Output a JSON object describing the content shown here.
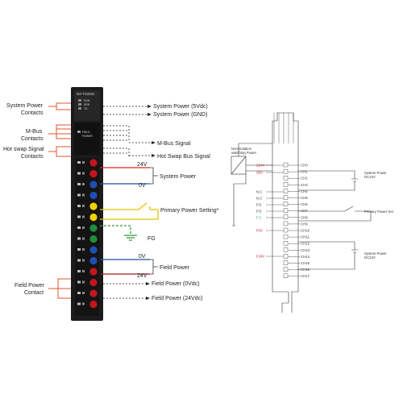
{
  "module": {
    "model": "NX-TS3101",
    "leds": [
      "RUN",
      "ERR",
      "TS"
    ],
    "rear_leds": [
      "FIELD",
      "POWER"
    ]
  },
  "left_labels": {
    "system_power_contacts": [
      "System Power",
      "Contacts"
    ],
    "mbus_contacts": [
      "M-Bus",
      "Contacts"
    ],
    "hot_swap_contacts": [
      "Hot swap Signal",
      "Contacts"
    ],
    "field_power_contact": [
      "Field Power",
      "Contact"
    ]
  },
  "right_labels": {
    "sys_5v": "System Power (5Vdc)",
    "sys_gnd": "System Power (GND)",
    "mbus_signal": "M-Bus Signal",
    "hot_swap_bus": "Hot Swap Bus Signal",
    "v24_top": "24V",
    "v0_top": "0V",
    "system_power": "System Power",
    "primary_power_setting": "Primary Power Setting*",
    "fg": "FG",
    "v0_bottom": "0V",
    "v24_bottom": "24V",
    "field_power": "Field Power",
    "field_0v": "Field Power (0Vdc)",
    "field_24v": "Field Power (24Vdc)"
  },
  "schematic": {
    "isolation_label": [
      "Non-isolation",
      "switching Power"
    ],
    "rails": [
      "S24V",
      "S0V",
      "N.C",
      "N.C",
      "P.S",
      "P.S",
      "F.G",
      "F0V",
      "F24V"
    ],
    "channels": [
      "CH0",
      "CH1",
      "CH2",
      "CH3",
      "CH4",
      "CH5",
      "CH6",
      "CH7",
      "CH8",
      "CH9",
      "CH10",
      "CH11",
      "CH12",
      "CH13",
      "CH14",
      "CH15",
      "CH16",
      "CH17"
    ],
    "system_power_dc": [
      "System Power",
      "DC24V"
    ],
    "primary_power_set": "Primary Power Set",
    "field_power_dc": [
      "System Power",
      "DC24V"
    ]
  },
  "colors": {
    "module_body": "#1b1b1b",
    "red_wire": "#d62828",
    "dark_red_wire": "#9b1c1c",
    "blue_wire": "#1f4fa8",
    "yellow_wire": "#e6c200",
    "green_wire": "#2e9b3a",
    "callout": "#e3552b",
    "terminal_red": "#c4161c",
    "terminal_blue": "#1e4fb3",
    "terminal_yellow": "#f1d100",
    "terminal_green": "#1f8f3a"
  }
}
